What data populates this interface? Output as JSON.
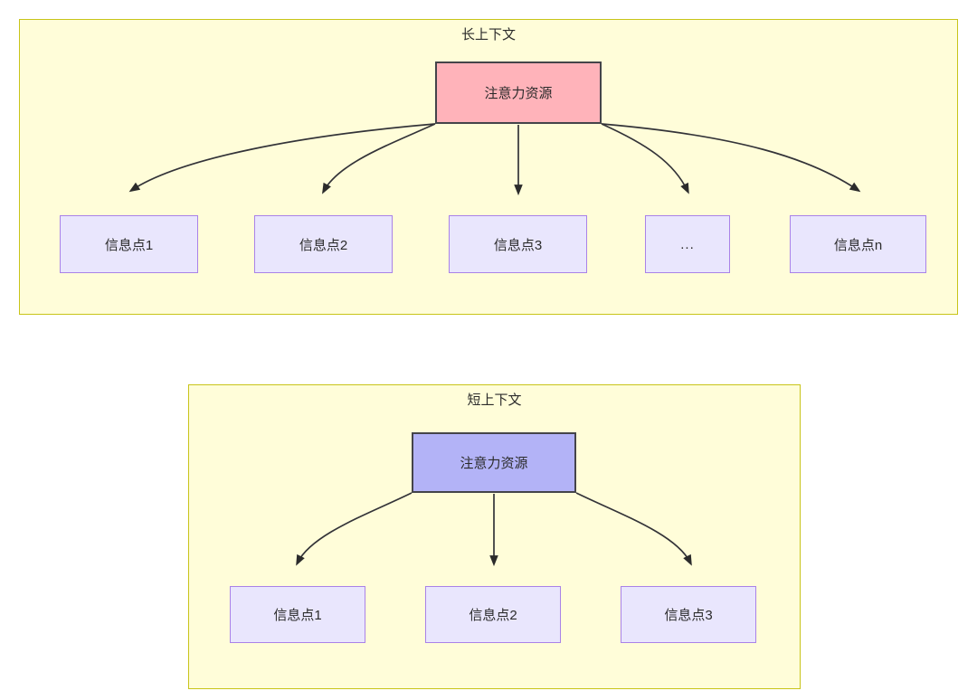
{
  "diagram": {
    "title_accent_color": "#c8c419",
    "panel_background": "#fffdd9",
    "panels": [
      {
        "id": "long-context",
        "title": "长上下文",
        "root": {
          "label": "注意力资源",
          "fill": "#ffb3ba",
          "stroke": "#44444a"
        },
        "leaves": [
          {
            "label": "信息点1",
            "fill": "#e9e6fd",
            "stroke": "#a982e8"
          },
          {
            "label": "信息点2",
            "fill": "#e9e6fd",
            "stroke": "#a982e8"
          },
          {
            "label": "信息点3",
            "fill": "#e9e6fd",
            "stroke": "#a982e8"
          },
          {
            "label": "...",
            "fill": "#e9e6fd",
            "stroke": "#a982e8"
          },
          {
            "label": "信息点n",
            "fill": "#e9e6fd",
            "stroke": "#a982e8"
          }
        ]
      },
      {
        "id": "short-context",
        "title": "短上下文",
        "root": {
          "label": "注意力资源",
          "fill": "#b3b3f7",
          "stroke": "#44444a"
        },
        "leaves": [
          {
            "label": "信息点1",
            "fill": "#e9e6fd",
            "stroke": "#a982e8"
          },
          {
            "label": "信息点2",
            "fill": "#e9e6fd",
            "stroke": "#a982e8"
          },
          {
            "label": "信息点3",
            "fill": "#e9e6fd",
            "stroke": "#a982e8"
          }
        ]
      }
    ]
  }
}
